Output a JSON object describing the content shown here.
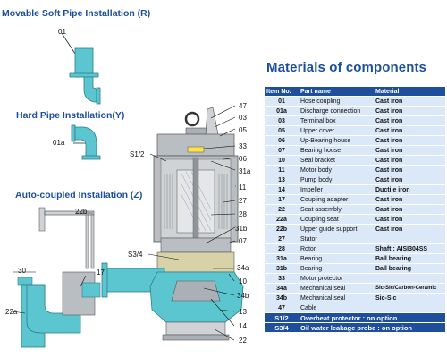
{
  "installations": {
    "movable": "Movable Soft Pipe Installation (R)",
    "hard": "Hard Pipe  Installation(Y)",
    "auto": "Auto-coupled Installation (Z)"
  },
  "callouts": {
    "movable_01": "01",
    "hard_01a": "01a",
    "auto_22b": "22b",
    "auto_30": "30",
    "auto_17": "17",
    "auto_22a": "22a",
    "pump_s12": "S1/2",
    "pump_47": "47",
    "pump_03": "03",
    "pump_05": "05",
    "pump_33": "33",
    "pump_06": "06",
    "pump_31a": "31a",
    "pump_11": "11",
    "pump_27": "27",
    "pump_28": "28",
    "pump_31b": "31b",
    "pump_07": "07",
    "pump_s34": "S3/4",
    "pump_34a": "34a",
    "pump_10": "10",
    "pump_34b": "34b",
    "pump_13": "13",
    "pump_14": "14",
    "pump_22": "22"
  },
  "materials": {
    "title": "Materials of components",
    "headers": [
      "Item No.",
      "Part name",
      "Material"
    ],
    "rows": [
      [
        "01",
        "Hose coupling",
        "Cast iron"
      ],
      [
        "01a",
        "Discharge connection",
        "Cast iron"
      ],
      [
        "03",
        "Terminal box",
        "Cast iron"
      ],
      [
        "05",
        "Upper cover",
        "Cast iron"
      ],
      [
        "06",
        "Up-Bearing house",
        "Cast iron"
      ],
      [
        "07",
        "Bearing house",
        "Cast iron"
      ],
      [
        "10",
        "Seal bracket",
        "Cast iron"
      ],
      [
        "11",
        "Motor body",
        "Cast iron"
      ],
      [
        "13",
        "Pump body",
        "Cast iron"
      ],
      [
        "14",
        "Impeller",
        "Ductile iron"
      ],
      [
        "17",
        "Coupling adapter",
        "Cast iron"
      ],
      [
        "22",
        "Seat assembly",
        "Cast iron"
      ],
      [
        "22a",
        "Coupling seat",
        "Cast iron"
      ],
      [
        "22b",
        "Upper guide support",
        "Cast iron"
      ],
      [
        "27",
        "Stator",
        ""
      ],
      [
        "28",
        "Rotor",
        "Shaft : AISI304SS"
      ],
      [
        "31a",
        "Bearing",
        "Ball bearing"
      ],
      [
        "31b",
        "Bearing",
        "Ball bearing"
      ],
      [
        "33",
        "Motor protector",
        ""
      ],
      [
        "34a",
        "Mechanical seal",
        "Sic-Sic/Carbon-Ceramic"
      ],
      [
        "34b",
        "Mechanical seal",
        "Sic-Sic"
      ],
      [
        "47",
        "Cable",
        ""
      ]
    ],
    "options": [
      [
        "S1/2",
        "Overheat protector : on option"
      ],
      [
        "S3/4",
        "Oil water leakage probe : on option"
      ]
    ]
  },
  "colors": {
    "title_blue": "#1c4f9c",
    "table_header": "#1d4f9c",
    "table_row": "#dbe8f7",
    "pipe_cyan": "#5cc6d0",
    "motor_gray": "#b9bec3"
  }
}
